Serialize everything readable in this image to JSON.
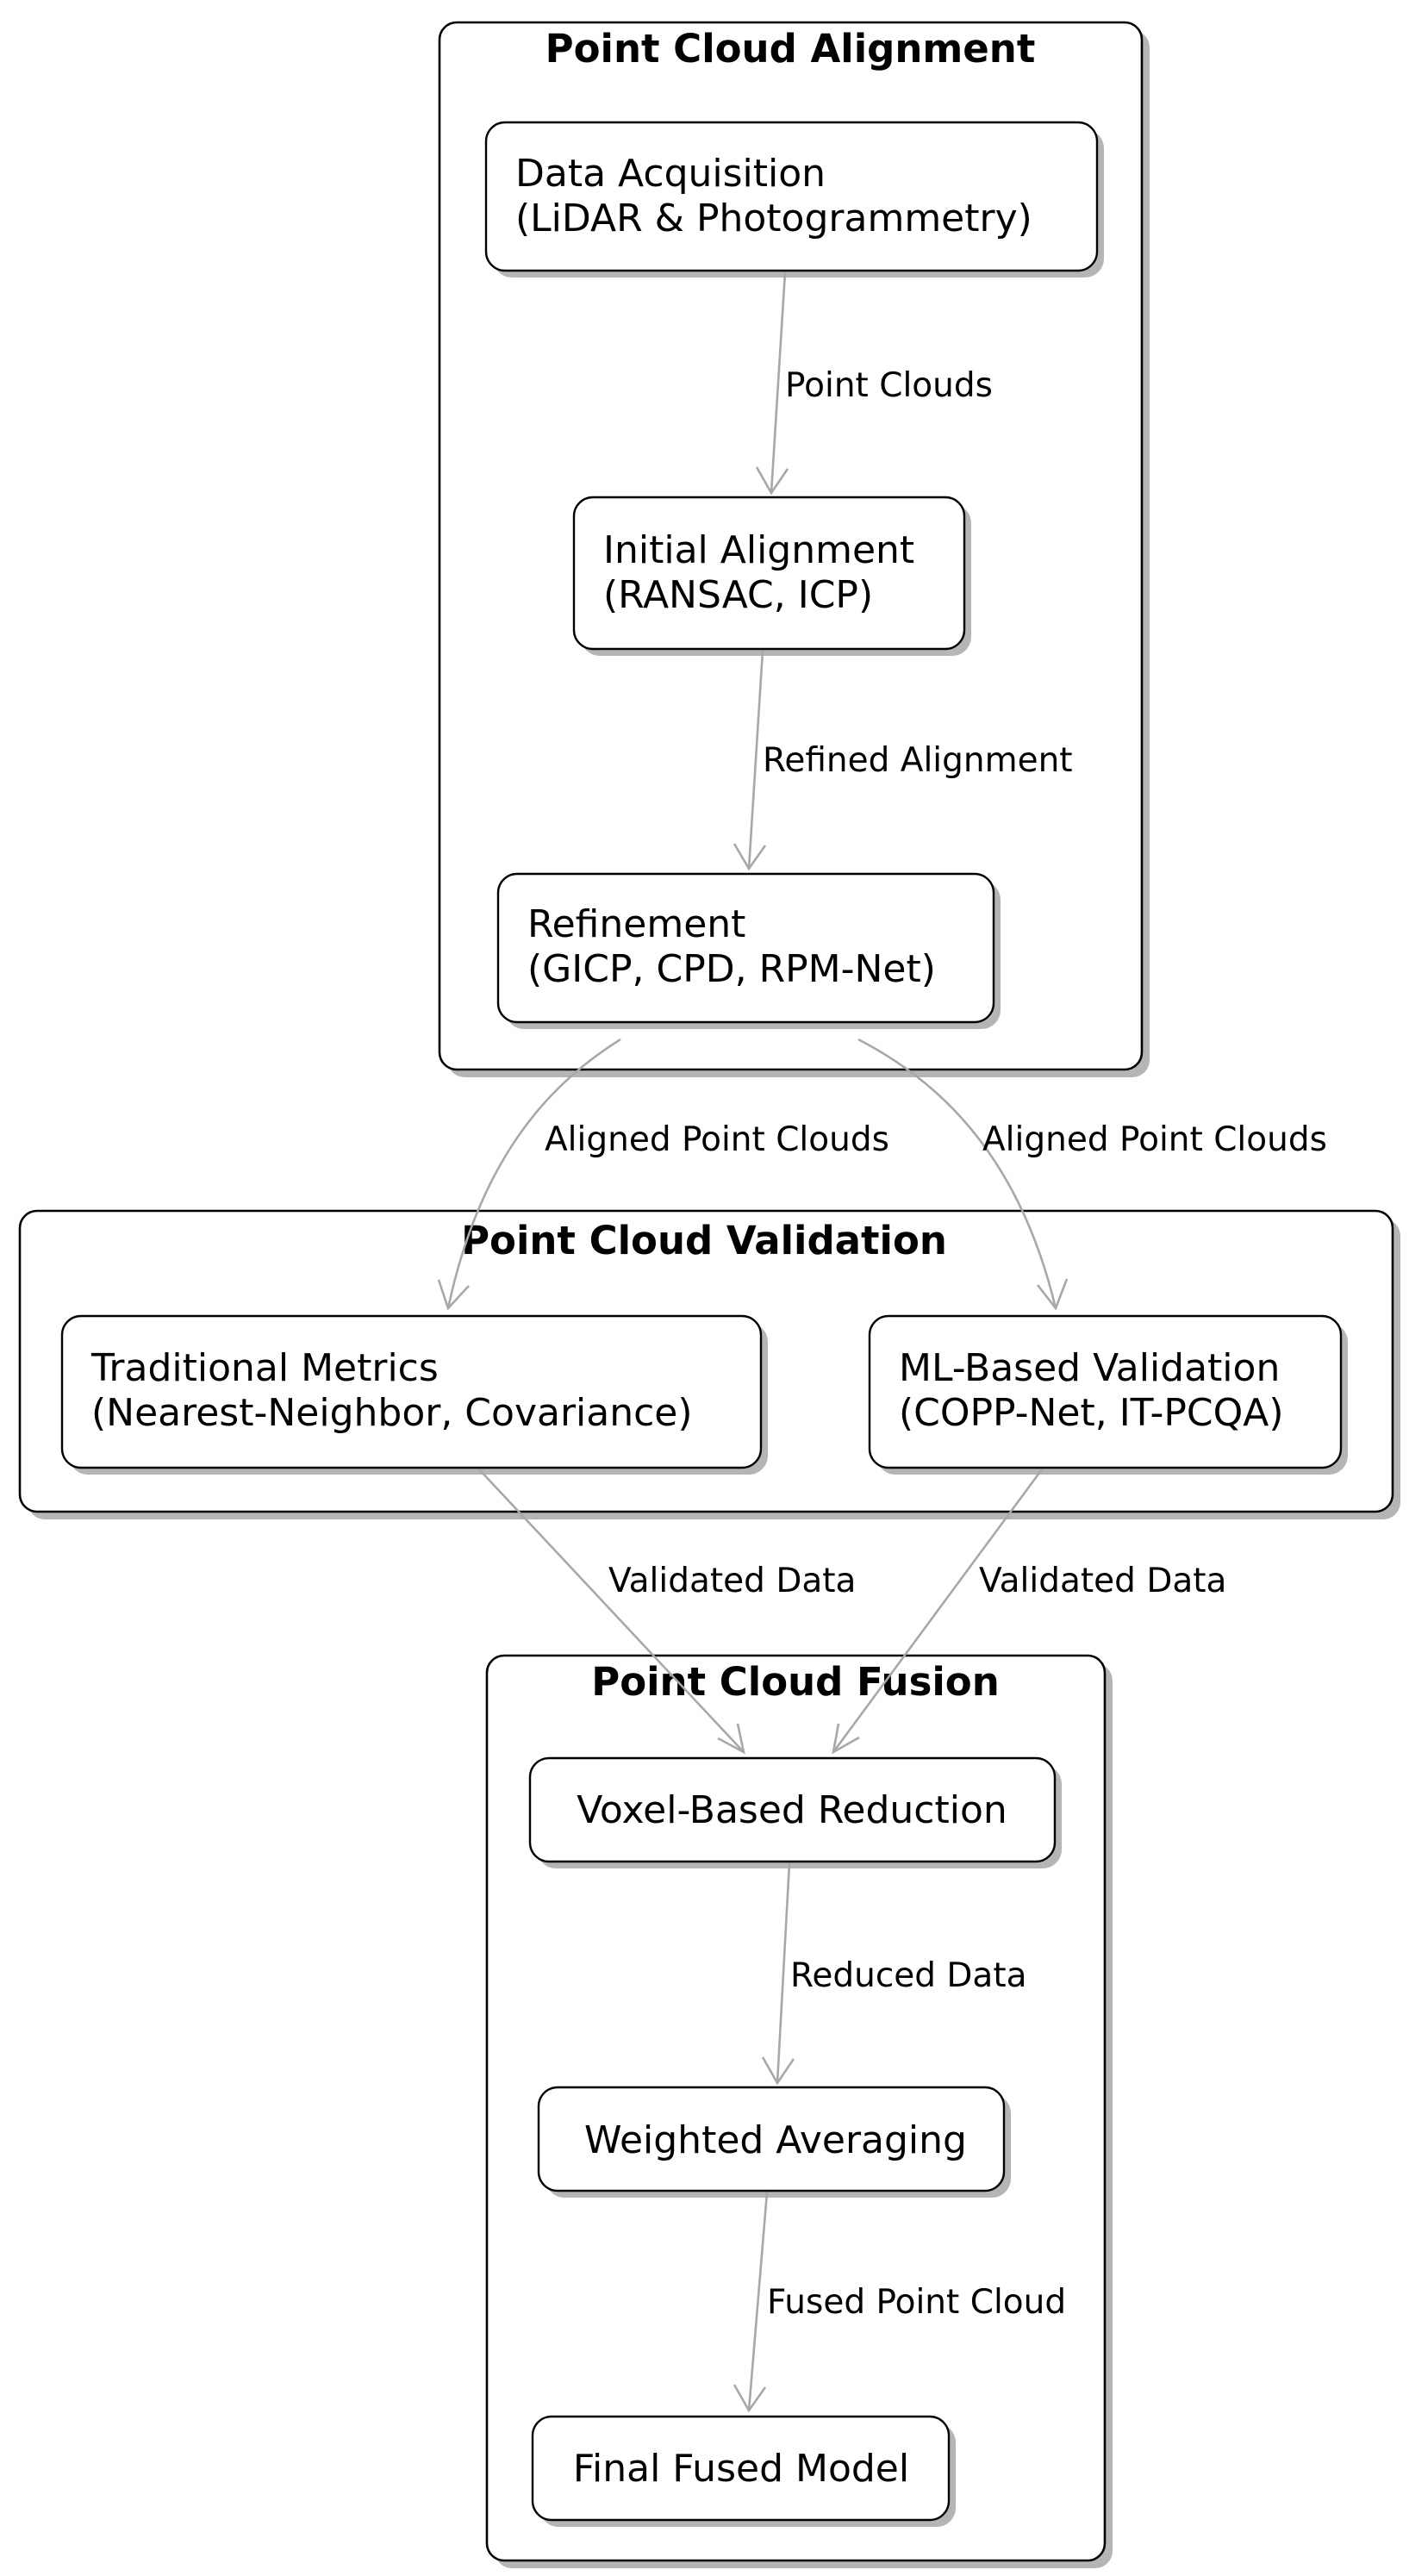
{
  "packages": {
    "alignment": {
      "title": "Point Cloud Alignment"
    },
    "validation": {
      "title": "Point Cloud Validation"
    },
    "fusion": {
      "title": "Point Cloud Fusion"
    }
  },
  "nodes": {
    "data_acquisition": {
      "line1": "Data Acquisition",
      "line2": "(LiDAR & Photogrammetry)"
    },
    "initial_alignment": {
      "line1": "Initial Alignment",
      "line2": "(RANSAC, ICP)"
    },
    "refinement": {
      "line1": "Refinement",
      "line2": "(GICP, CPD, RPM-Net)"
    },
    "traditional_metrics": {
      "line1": "Traditional Metrics",
      "line2": "(Nearest-Neighbor, Covariance)"
    },
    "ml_validation": {
      "line1": "ML-Based Validation",
      "line2": "(COPP-Net, IT-PCQA)"
    },
    "voxel_reduction": {
      "line1": "Voxel-Based Reduction"
    },
    "weighted_averaging": {
      "line1": "Weighted Averaging"
    },
    "final_model": {
      "line1": "Final Fused Model"
    }
  },
  "edges": {
    "acq_to_initial": "Point Clouds",
    "initial_to_refine": "Refined Alignment",
    "refine_to_traditional": "Aligned Point Clouds",
    "refine_to_ml": "Aligned Point Clouds",
    "traditional_to_voxel": "Validated Data",
    "ml_to_voxel": "Validated Data",
    "voxel_to_weighted": "Reduced Data",
    "weighted_to_final": "Fused Point Cloud"
  },
  "colors": {
    "edge": "#a8a8a8",
    "border": "#000000",
    "shadow": "#b5b5b5",
    "background": "#ffffff"
  }
}
